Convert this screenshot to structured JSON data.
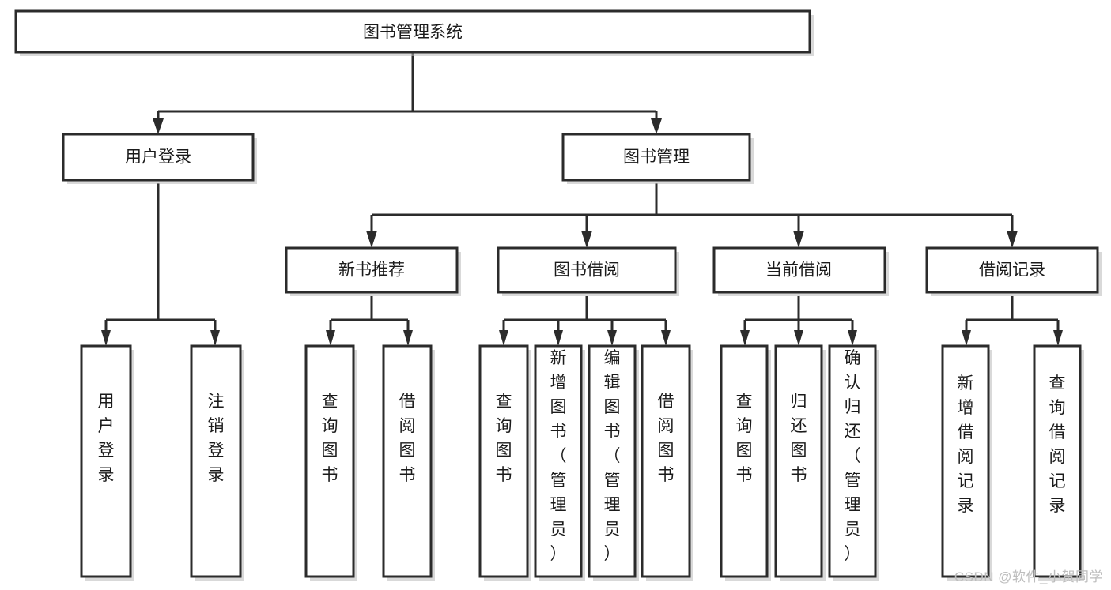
{
  "diagram": {
    "type": "tree-hierarchy",
    "orientation": "top-down",
    "title": "图书管理系统",
    "watermark": "CSDN @软件_小贺同学",
    "colors": {
      "box_border": "#2b2b2b",
      "box_fill": "#ffffff",
      "connector": "#2b2b2b",
      "text": "#1b1b1b",
      "watermark": "#bdbdbd",
      "shadow": "#b9b9b9"
    },
    "levels": [
      {
        "level": 1,
        "nodes": [
          {
            "id": "root",
            "label": "图书管理系统",
            "orientation": "horizontal"
          }
        ]
      },
      {
        "level": 2,
        "nodes": [
          {
            "id": "login",
            "label": "用户登录",
            "parent": "root",
            "orientation": "horizontal"
          },
          {
            "id": "bookmgmt",
            "label": "图书管理",
            "parent": "root",
            "orientation": "horizontal"
          }
        ]
      },
      {
        "level": 3,
        "nodes": [
          {
            "id": "newbook",
            "label": "新书推荐",
            "parent": "bookmgmt",
            "orientation": "horizontal"
          },
          {
            "id": "borrow",
            "label": "图书借阅",
            "parent": "bookmgmt",
            "orientation": "horizontal"
          },
          {
            "id": "current",
            "label": "当前借阅",
            "parent": "bookmgmt",
            "orientation": "horizontal"
          },
          {
            "id": "records",
            "label": "借阅记录",
            "parent": "bookmgmt",
            "orientation": "horizontal"
          }
        ]
      },
      {
        "level": 4,
        "nodes": [
          {
            "id": "leaf1",
            "label": "用户登录",
            "parent": "login",
            "orientation": "vertical"
          },
          {
            "id": "leaf2",
            "label": "注销登录",
            "parent": "login",
            "orientation": "vertical"
          },
          {
            "id": "leaf3",
            "label": "查询图书",
            "parent": "newbook",
            "orientation": "vertical"
          },
          {
            "id": "leaf4",
            "label": "借阅图书",
            "parent": "newbook",
            "orientation": "vertical"
          },
          {
            "id": "leaf5",
            "label": "查询图书",
            "parent": "borrow",
            "orientation": "vertical"
          },
          {
            "id": "leaf6",
            "label": "新增图书（管理员）",
            "parent": "borrow",
            "orientation": "vertical"
          },
          {
            "id": "leaf7",
            "label": "编辑图书（管理员）",
            "parent": "borrow",
            "orientation": "vertical"
          },
          {
            "id": "leaf8",
            "label": "借阅图书",
            "parent": "borrow",
            "orientation": "vertical"
          },
          {
            "id": "leaf9",
            "label": "查询图书",
            "parent": "current",
            "orientation": "vertical"
          },
          {
            "id": "leaf10",
            "label": "归还图书",
            "parent": "current",
            "orientation": "vertical"
          },
          {
            "id": "leaf11",
            "label": "确认归还（管理员）",
            "parent": "current",
            "orientation": "vertical"
          },
          {
            "id": "leaf12",
            "label": "新增借阅记录",
            "parent": "records",
            "orientation": "vertical"
          },
          {
            "id": "leaf13",
            "label": "查询借阅记录",
            "parent": "records",
            "orientation": "vertical"
          }
        ]
      }
    ]
  }
}
